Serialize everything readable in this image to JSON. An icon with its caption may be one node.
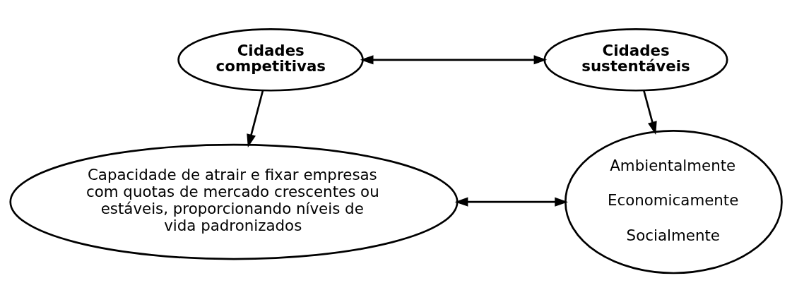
{
  "diagram": {
    "nodes": [
      {
        "text": [
          "Cidades competitivas"
        ]
      },
      {
        "text": [
          "Cidades sustentáveis"
        ]
      },
      {
        "text": [
          "Capacidade de atrair e fixar empresas com quotas de mercado crescentes ou estáveis, proporcionando níveis de vida padronizados"
        ]
      },
      {
        "text": [
          "Ambientalmente",
          "Economicamente",
          "Socialmente"
        ]
      }
    ],
    "edges": [
      {
        "from": 0,
        "to": 1,
        "arrow": "both"
      },
      {
        "from": 0,
        "to": 2,
        "arrow": "to"
      },
      {
        "from": 1,
        "to": 3,
        "arrow": "to"
      },
      {
        "from": 2,
        "to": 3,
        "arrow": "both"
      }
    ]
  }
}
